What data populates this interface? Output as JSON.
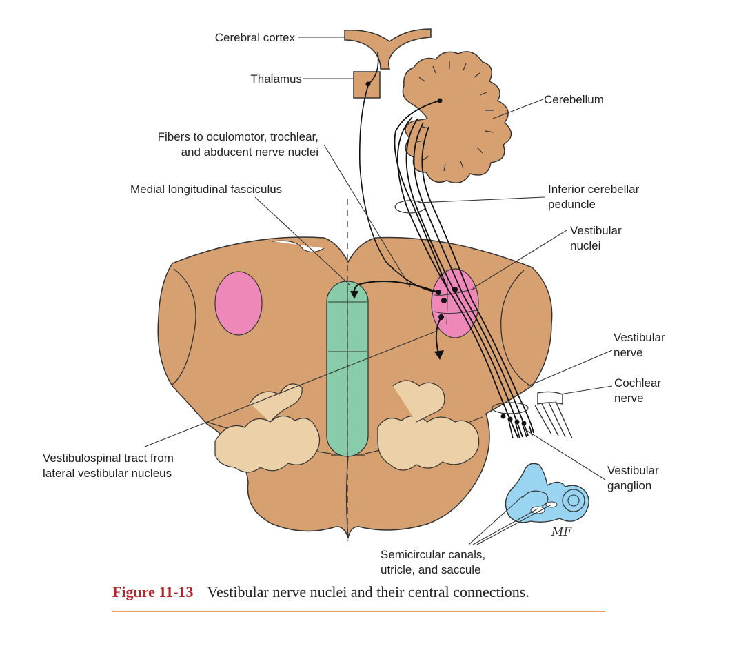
{
  "labels": {
    "cerebral_cortex": "Cerebral cortex",
    "thalamus": "Thalamus",
    "cerebellum": "Cerebellum",
    "fibers_line1": "Fibers to oculomotor, trochlear,",
    "fibers_line2": "and abducent nerve nuclei",
    "mlf": "Medial longitudinal fasciculus",
    "icp_line1": "Inferior cerebellar",
    "icp_line2": "peduncle",
    "vn_line1": "Vestibular",
    "vn_line2": "nuclei",
    "vnerve_line1": "Vestibular",
    "vnerve_line2": "nerve",
    "cochlear_line1": "Cochlear",
    "cochlear_line2": "nerve",
    "vst_line1": "Vestibulospinal tract from",
    "vst_line2": "lateral vestibular nucleus",
    "vg_line1": "Vestibular",
    "vg_line2": "ganglion",
    "sc_line1": "Semicircular canals,",
    "sc_line2": "utricle, and saccule",
    "artist_initials": "MF"
  },
  "caption": {
    "number": "Figure 11-13",
    "text": "Vestibular nerve nuclei and their central connections."
  },
  "colors": {
    "tissue": "#d6a070",
    "nucleus_pink": "#ee88b8",
    "mlf_green": "#88ccaa",
    "inner_ear_blue": "#99d4f0",
    "grey_matter": "#ecd0a8",
    "caption_red": "#b0282a",
    "rule_orange": "#e8a060"
  }
}
